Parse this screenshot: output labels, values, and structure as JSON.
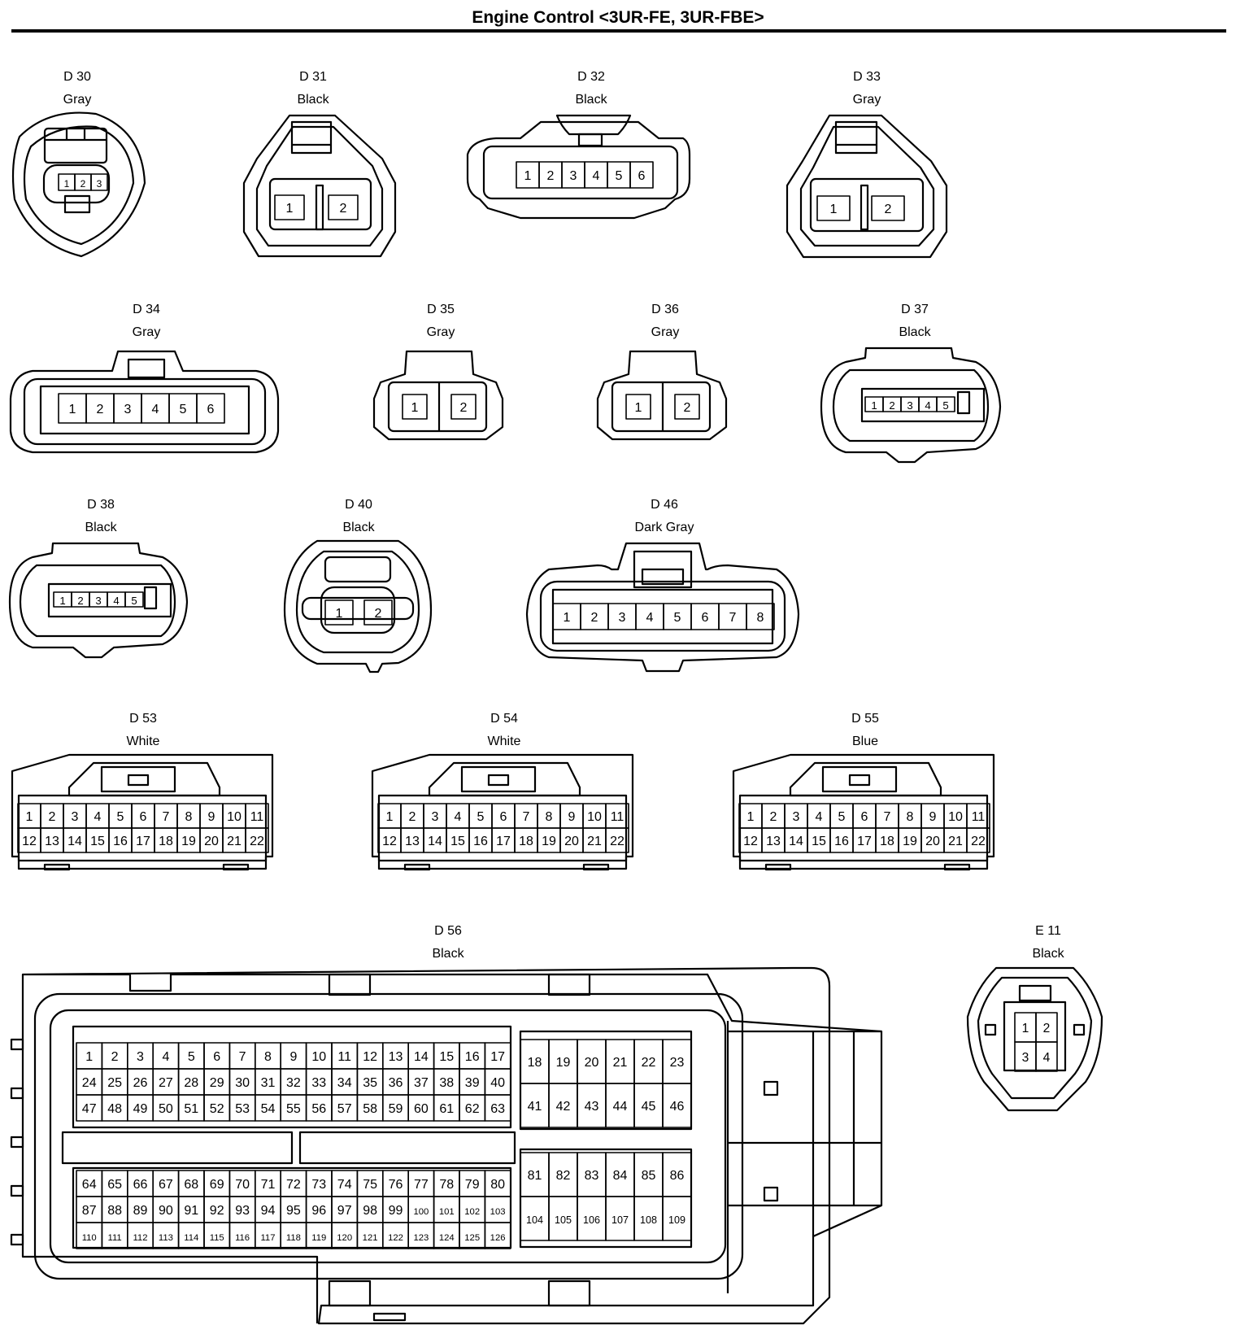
{
  "header": {
    "title": "Engine Control <3UR-FE, 3UR-FBE>"
  },
  "connectors": [
    {
      "id": "D 30",
      "color": "Gray",
      "pins": [
        "1",
        "2",
        "3"
      ]
    },
    {
      "id": "D 31",
      "color": "Black",
      "pins": [
        "1",
        "2"
      ]
    },
    {
      "id": "D 32",
      "color": "Black",
      "pins": [
        "1",
        "2",
        "3",
        "4",
        "5",
        "6"
      ]
    },
    {
      "id": "D 33",
      "color": "Gray",
      "pins": [
        "1",
        "2"
      ]
    },
    {
      "id": "D 34",
      "color": "Gray",
      "pins": [
        "1",
        "2",
        "3",
        "4",
        "5",
        "6"
      ]
    },
    {
      "id": "D 35",
      "color": "Gray",
      "pins": [
        "1",
        "2"
      ]
    },
    {
      "id": "D 36",
      "color": "Gray",
      "pins": [
        "1",
        "2"
      ]
    },
    {
      "id": "D 37",
      "color": "Black",
      "pins": [
        "1",
        "2",
        "3",
        "4",
        "5"
      ]
    },
    {
      "id": "D 38",
      "color": "Black",
      "pins": [
        "1",
        "2",
        "3",
        "4",
        "5"
      ]
    },
    {
      "id": "D 40",
      "color": "Black",
      "pins": [
        "1",
        "2"
      ]
    },
    {
      "id": "D 46",
      "color": "Dark Gray",
      "pins": [
        "1",
        "2",
        "3",
        "4",
        "5",
        "6",
        "7",
        "8"
      ]
    },
    {
      "id": "D 53",
      "color": "White",
      "pins_from": 1,
      "pins_to": 22
    },
    {
      "id": "D 54",
      "color": "White",
      "pins_from": 1,
      "pins_to": 22
    },
    {
      "id": "D 55",
      "color": "Blue",
      "pins_from": 1,
      "pins_to": 22
    },
    {
      "id": "D 56",
      "color": "Black",
      "pins_from": 1,
      "pins_to": 126
    },
    {
      "id": "E 11",
      "color": "Black",
      "pins": [
        "1",
        "2",
        "3",
        "4"
      ]
    }
  ]
}
